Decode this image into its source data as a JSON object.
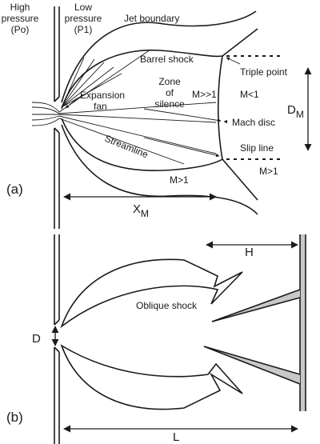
{
  "panel_a": {
    "label": "(a)",
    "high_pressure": [
      "High",
      "pressure",
      "(Po)"
    ],
    "low_pressure": [
      "Low",
      "pressure",
      "(P1)"
    ],
    "jet_boundary": "Jet boundary",
    "barrel_shock": "Barrel shock",
    "triple_point": "Triple point",
    "expansion_fan": [
      "Expansion",
      "fan"
    ],
    "zone_of_silence": [
      "Zone",
      "of",
      "silence"
    ],
    "mach_ahead": "M>>1",
    "mach_behind": "M<1",
    "mach_disc": "Mach disc",
    "streamline": "Streamline",
    "slip_line": "Slip line",
    "mach_supersonic_inner": "M>1",
    "mach_supersonic_outer": "M>1",
    "dm_main": "D",
    "dm_sub": "M",
    "xm_main": "X",
    "xm_sub": "M"
  },
  "panel_b": {
    "label": "(b)",
    "oblique_shock": "Oblique shock",
    "d_label": "D",
    "h_label": "H",
    "l_label": "L"
  }
}
